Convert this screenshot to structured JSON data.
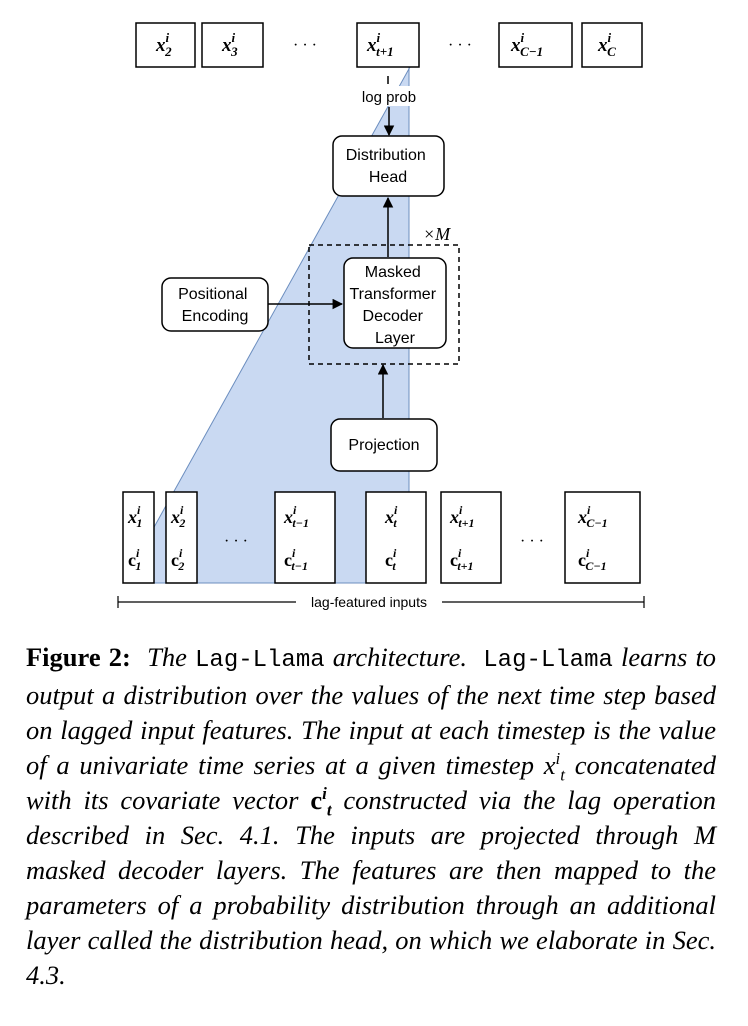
{
  "figure": {
    "outputs": {
      "labels": [
        {
          "base": "x",
          "sup": "i",
          "sub": "2"
        },
        {
          "base": "x",
          "sup": "i",
          "sub": "3"
        },
        {
          "base": "x",
          "sup": "i",
          "sub": "t+1"
        },
        {
          "base": "x",
          "sup": "i",
          "sub": "C−1"
        },
        {
          "base": "x",
          "sup": "i",
          "sub": "C"
        }
      ],
      "ellipsis": "· · ·"
    },
    "log_prob_label": "log prob",
    "distribution_head_lines": [
      "Distribution",
      "Head"
    ],
    "repeat_label": "×M",
    "decoder_lines": [
      "Masked",
      "Transformer",
      "Decoder",
      "Layer"
    ],
    "positional_encoding_lines": [
      "Positional",
      "Encoding"
    ],
    "projection_label": "Projection",
    "inputs": {
      "columns": [
        {
          "x_sub": "1",
          "c_sub": "1"
        },
        {
          "x_sub": "2",
          "c_sub": "2"
        },
        {
          "x_sub": "t−1",
          "c_sub": "t−1"
        },
        {
          "x_sub": "t",
          "c_sub": "t"
        },
        {
          "x_sub": "t+1",
          "c_sub": "t+1"
        },
        {
          "x_sub": "C−1",
          "c_sub": "C−1"
        }
      ],
      "x_base": "x",
      "c_base": "c",
      "sup": "i",
      "ellipsis": "· · ·"
    },
    "lag_label": "lag-featured inputs",
    "colors": {
      "cone_fill": "#c9d9f2",
      "cone_stroke": "#6c8ebf"
    }
  },
  "caption": {
    "label": "Figure 2:",
    "t1": "The",
    "model_name": "Lag-Llama",
    "t2": "architecture.",
    "t3": "learns to output a distribution over the values of the next time step based on lagged input features. The input at each timestep is the value of a univariate time series at a given timestep",
    "var_x": "x",
    "var_x_sup": "i",
    "var_x_sub": "t",
    "t4": "concatenated with its covariate vector",
    "var_c": "c",
    "var_c_sup": "i",
    "var_c_sub": "t",
    "t5": "constructed via the lag operation described in Sec. 4.1. The inputs are projected through",
    "var_m": "M",
    "t6": "masked decoder layers. The features are then mapped to the parameters of a probability distribution through an additional layer called the distribution head, on which we elaborate in Sec. 4.3."
  }
}
